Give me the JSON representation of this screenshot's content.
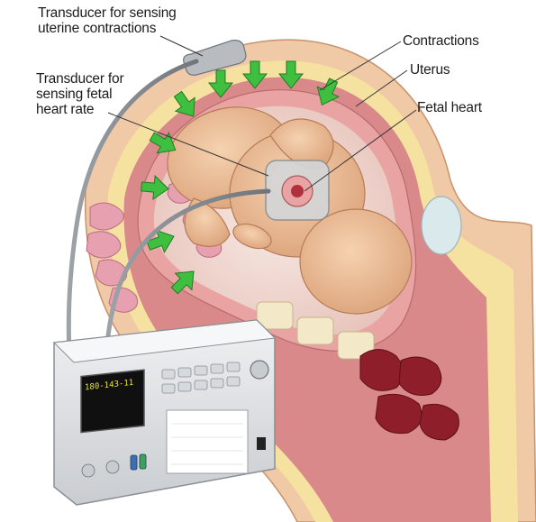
{
  "labels": {
    "uterine_transducer": [
      "Transducer for sensing",
      "uterine contractions"
    ],
    "fhr_transducer": [
      "Transducer for",
      "sensing fetal",
      "heart rate"
    ],
    "contractions": "Contractions",
    "uterus": "Uterus",
    "fetal_heart": "Fetal heart"
  },
  "monitor": {
    "screen_readout": "180-143-11"
  },
  "colors": {
    "skin": "#f0c9a6",
    "fat": "#f6e2a0",
    "muscle": "#d9898a",
    "uterine_wall": "#e9a3a3",
    "amniotic": "#f3ddd8",
    "fetus": "#eab992",
    "arrow": "#3fbf3f",
    "monitor_body": "#e4e6e8",
    "screen": "#101010",
    "screen_trace": "#e8e23a"
  }
}
